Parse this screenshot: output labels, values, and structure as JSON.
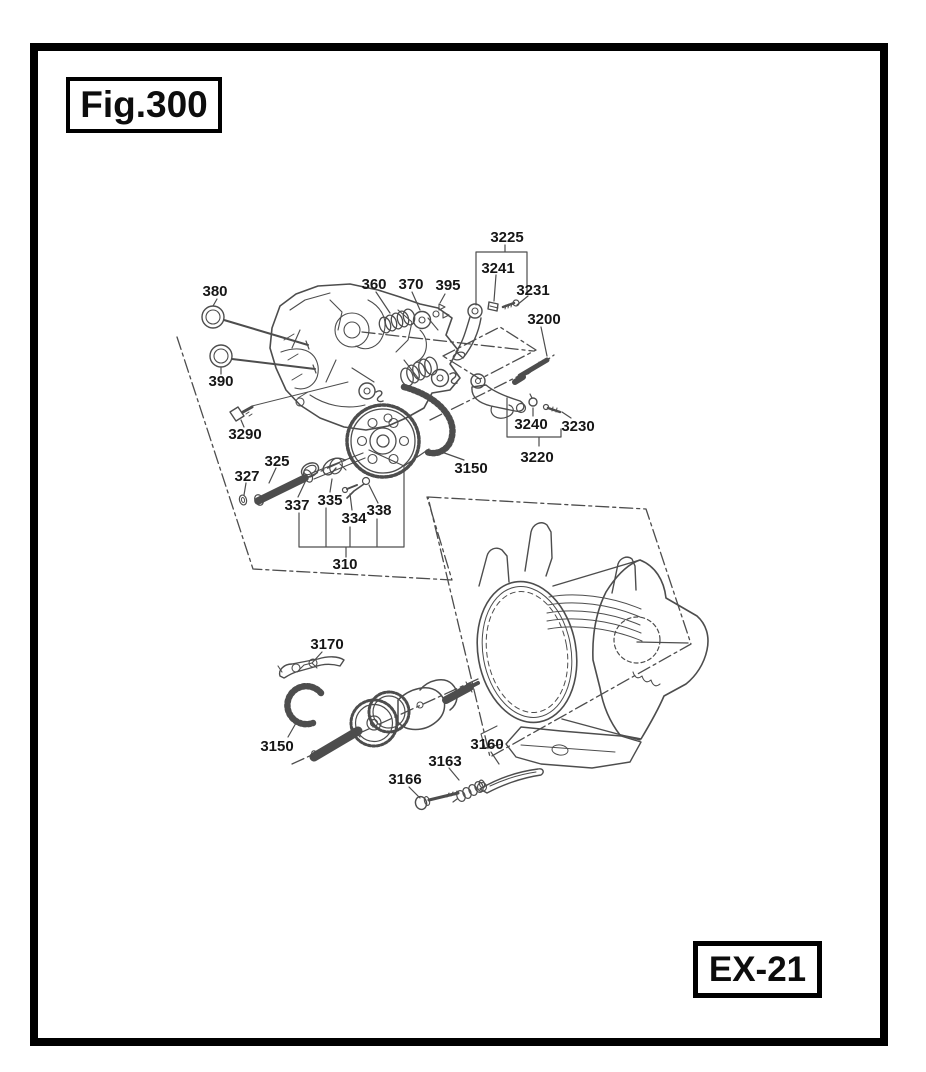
{
  "page": {
    "figure_label": "Fig.300",
    "page_code": "EX-21"
  },
  "colors": {
    "background": "#ffffff",
    "frame": "#000000",
    "artwork_line": "#4d4d4d",
    "label_text": "#161616"
  },
  "diagram": {
    "labels": [
      {
        "text": "380"
      },
      {
        "text": "390"
      },
      {
        "text": "3290"
      },
      {
        "text": "360"
      },
      {
        "text": "370"
      },
      {
        "text": "395"
      },
      {
        "text": "3225"
      },
      {
        "text": "3241"
      },
      {
        "text": "3231"
      },
      {
        "text": "3200"
      },
      {
        "text": "3240"
      },
      {
        "text": "3230"
      },
      {
        "text": "3220"
      },
      {
        "text": "3150"
      },
      {
        "text": "325"
      },
      {
        "text": "327"
      },
      {
        "text": "337"
      },
      {
        "text": "335"
      },
      {
        "text": "334"
      },
      {
        "text": "338"
      },
      {
        "text": "310"
      },
      {
        "text": "3170"
      },
      {
        "text": "3150"
      },
      {
        "text": "3166"
      },
      {
        "text": "3163"
      },
      {
        "text": "3160"
      }
    ]
  }
}
